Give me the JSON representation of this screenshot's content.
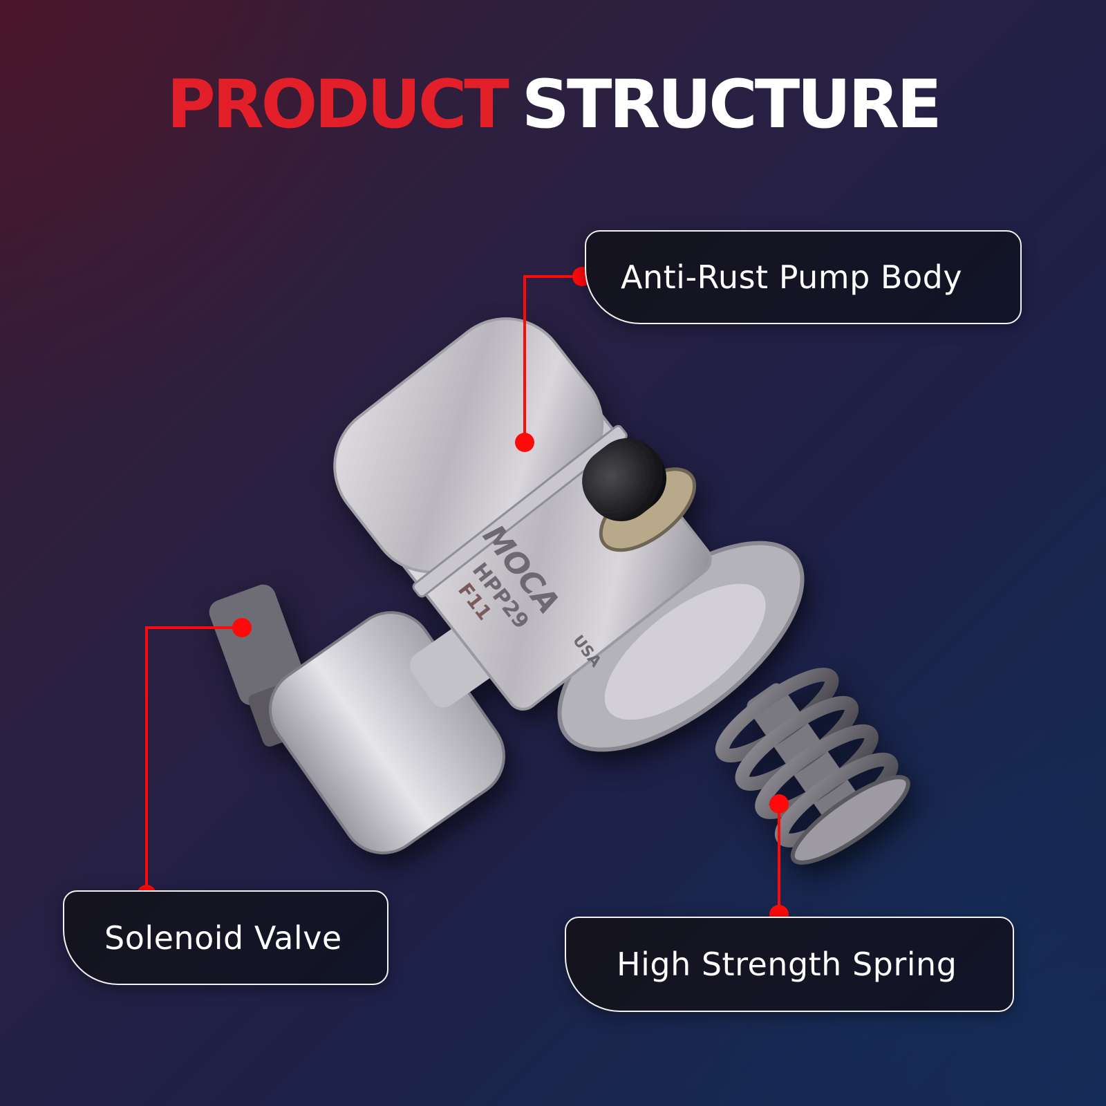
{
  "title": {
    "word_accent": "PRODUCT",
    "word_main": "STRUCTURE",
    "accent_color": "#e3202a",
    "main_color": "#ffffff"
  },
  "product": {
    "brand_mark": "MOCA",
    "origin_mark": "USA",
    "model_mark": "HPP29",
    "code_mark": "F11"
  },
  "callouts": [
    {
      "id": "pump-body",
      "label": "Anti-Rust Pump Body"
    },
    {
      "id": "solenoid",
      "label": "Solenoid Valve"
    },
    {
      "id": "spring",
      "label": "High Strength Spring"
    }
  ],
  "colors": {
    "callout_line": "#ff0a0a",
    "box_border": "#f2f2f2",
    "box_fill": "#14142a"
  }
}
